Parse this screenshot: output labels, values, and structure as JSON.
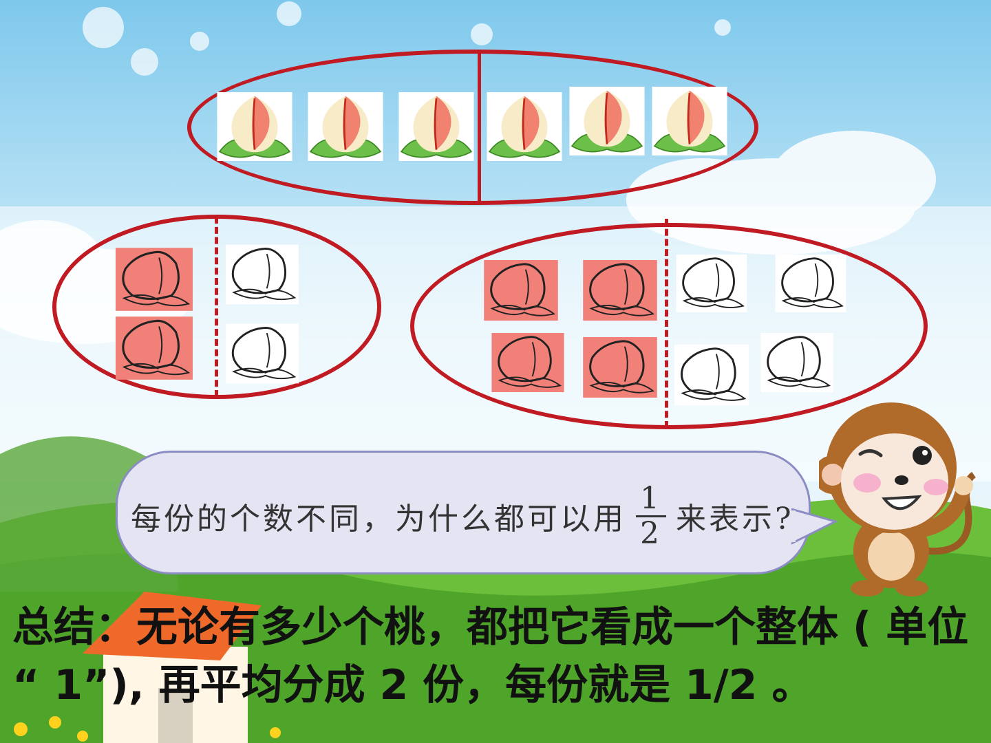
{
  "bubble": {
    "text_before": "每份的个数不同，为什么都可以用",
    "fraction_numerator": "1",
    "fraction_denominator": "2",
    "text_after": "来表示?"
  },
  "summary": {
    "text": "总结：无论有多少个桃，都把它看成一个整体 ( 单位 “ 1”), 再平均分成 2 份，每份就是 1/2 。"
  },
  "groups": [
    {
      "name": "group-six-peaches",
      "count": 6,
      "style": "colored"
    },
    {
      "name": "group-four-peaches",
      "count": 4,
      "shaded": 2
    },
    {
      "name": "group-eight-peaches",
      "count": 8,
      "shaded": 4
    }
  ],
  "colors": {
    "oval_stroke": "#c01a22",
    "shaded_tile": "#f08078",
    "sky": "#8fd0ee",
    "grass": "#6cbf3a"
  }
}
